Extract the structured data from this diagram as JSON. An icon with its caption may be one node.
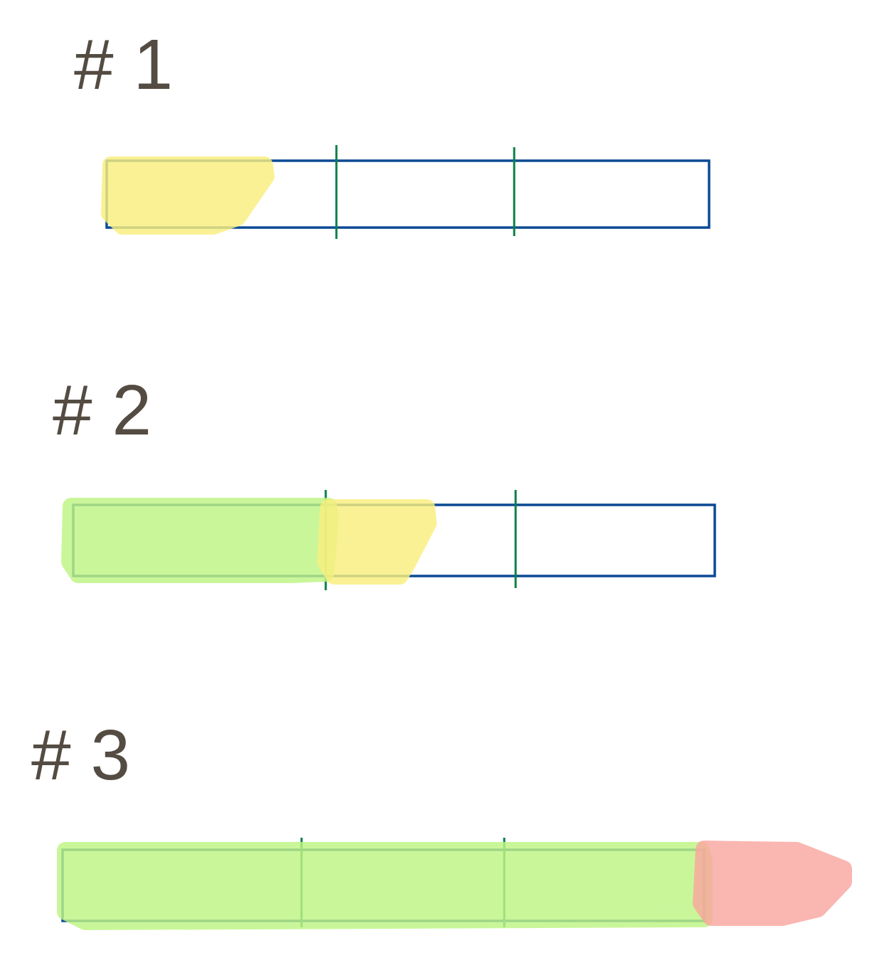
{
  "diagram": {
    "labels": [
      "# 1",
      "# 2",
      "# 3"
    ]
  }
}
